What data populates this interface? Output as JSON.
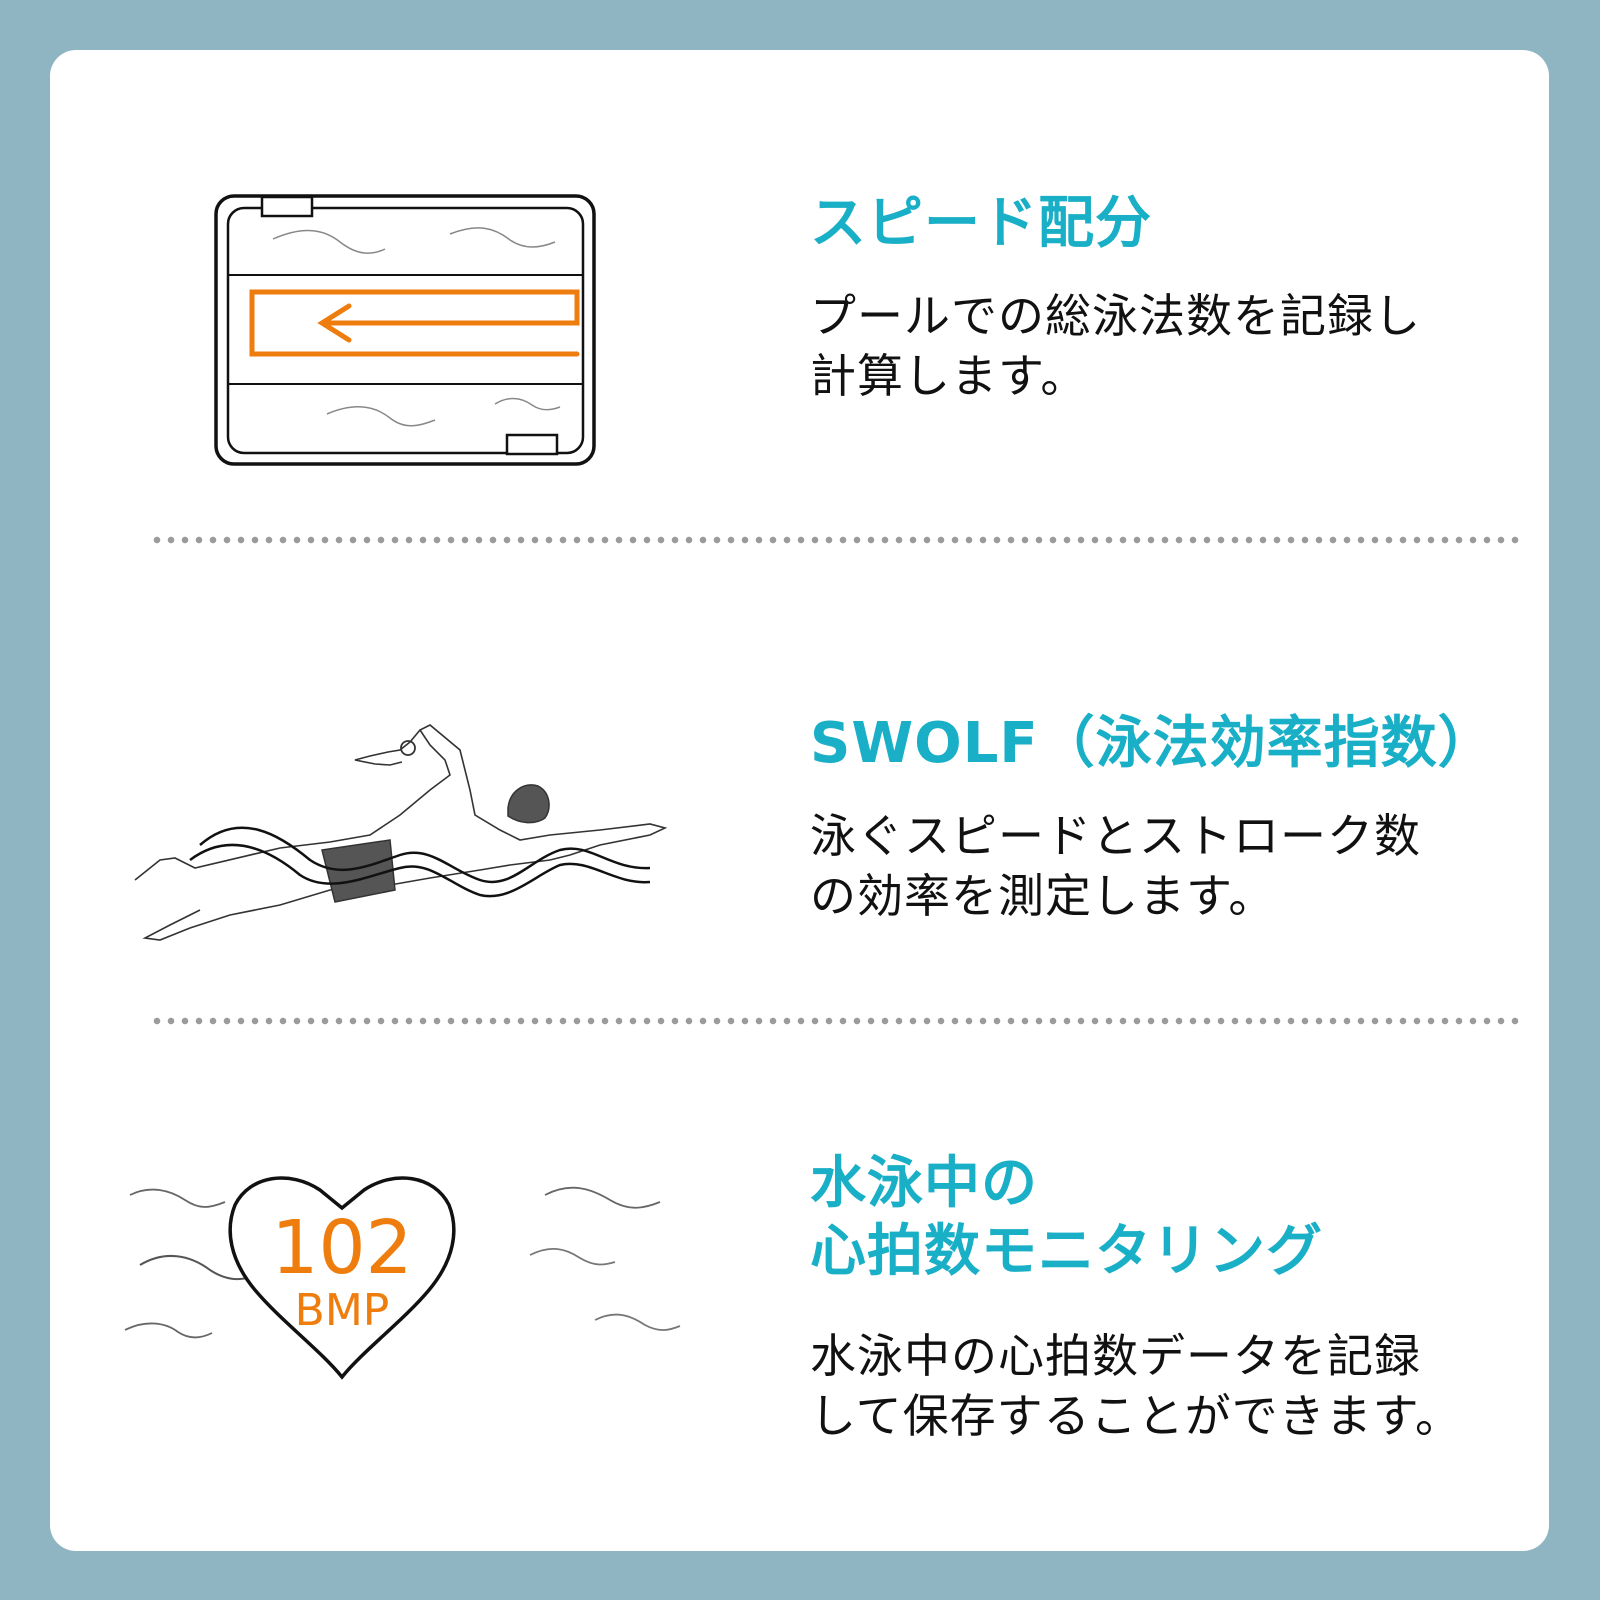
{
  "colors": {
    "background": "#8fb4c2",
    "card": "#ffffff",
    "accent_title": "#19afc6",
    "accent_orange": "#ee7d0e",
    "body_text": "#111111",
    "divider_dots": "#9b9b9b"
  },
  "features": [
    {
      "title": "スピード配分",
      "description": "プールでの総泳法数を記録し\n計算します。",
      "icon": "pool-lane-arrow-icon"
    },
    {
      "title": "SWOLF（泳法効率指数）",
      "description": "泳ぐスピードとストローク数\nの効率を測定します。",
      "icon": "swimmer-icon"
    },
    {
      "title": "水泳中の\n心拍数モニタリング",
      "description": "水泳中の心拍数データを記録\nして保存することができます。",
      "icon": "heart-rate-icon",
      "heart_value": "102",
      "heart_unit": "BMP"
    }
  ]
}
